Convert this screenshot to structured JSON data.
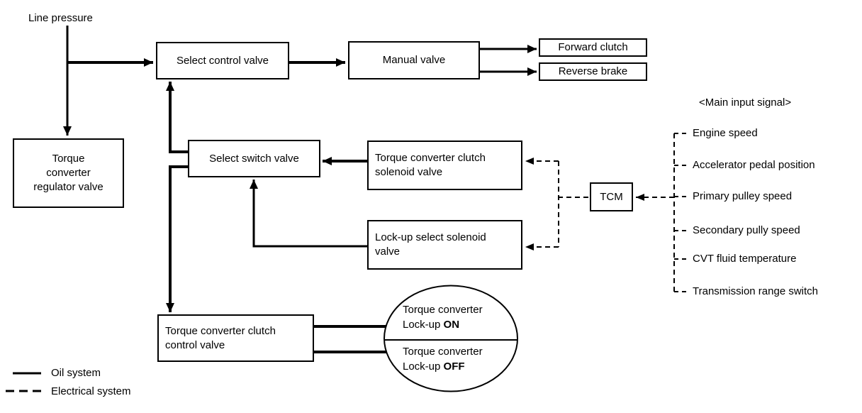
{
  "labels": {
    "line_pressure": "Line pressure"
  },
  "boxes": {
    "select_control_valve": {
      "label": "Select control valve"
    },
    "manual_valve": {
      "label": "Manual valve"
    },
    "forward_clutch": {
      "label": "Forward clutch"
    },
    "reverse_brake": {
      "label": "Reverse brake"
    },
    "torque_converter_regulator_valve": {
      "lines": [
        "Torque",
        "converter",
        "regulator valve"
      ]
    },
    "select_switch_valve": {
      "label": "Select switch valve"
    },
    "torque_converter_clutch_solenoid_valve": {
      "lines": [
        "Torque converter clutch",
        "solenoid valve"
      ]
    },
    "lockup_select_solenoid_valve": {
      "lines": [
        "Lock-up select solenoid",
        "valve"
      ]
    },
    "tcm": {
      "label": "TCM"
    },
    "torque_converter_clutch_control_valve": {
      "lines": [
        "Torque converter clutch",
        "control valve"
      ]
    }
  },
  "ellipse": {
    "top": {
      "line1": "Torque converter",
      "prefix": "Lock-up ",
      "state": "ON"
    },
    "bottom": {
      "line1": "Torque converter",
      "prefix": "Lock-up ",
      "state": "OFF"
    }
  },
  "main_input": {
    "title": "<Main input signal>",
    "items": [
      "Engine speed",
      "Accelerator pedal position",
      "Primary pulley speed",
      "Secondary pully speed",
      "CVT fluid temperature",
      "Transmission range switch"
    ]
  },
  "legend": {
    "oil": "Oil system",
    "electrical": "Electrical system"
  },
  "colors": {
    "line": "#000000",
    "background": "#ffffff"
  }
}
